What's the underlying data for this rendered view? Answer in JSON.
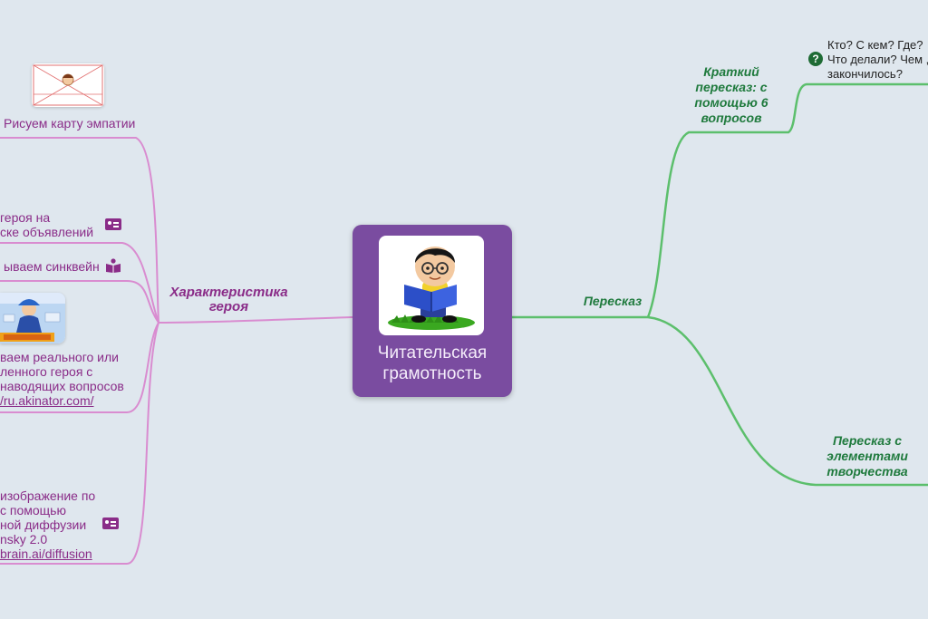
{
  "central": {
    "title_line1": "Читательская",
    "title_line2": "грамотность",
    "picture_icon": "boy-reading-book-icon"
  },
  "colors": {
    "background": "#dfe7ee",
    "central_node": "#7a4ca0",
    "left_branch": "#d98cd0",
    "left_text": "#8a2c88",
    "right_branch": "#5cbf6c",
    "right_text": "#1f7a3d"
  },
  "left_branch": {
    "label_line1": "Характеристика",
    "label_line2": "героя",
    "leaves": [
      {
        "lines": [
          "Рисуем карту эмпатии"
        ]
      },
      {
        "lines": [
          "героя на",
          "ске объявлений"
        ],
        "icon": "id-card-icon"
      },
      {
        "lines": [
          "ываем синквейн"
        ],
        "icon": "book-icon"
      },
      {
        "lines": [
          "ваем реального или",
          "ленного героя с",
          "наводящих вопросов",
          "/ru.akinator.com/"
        ]
      },
      {
        "lines": [
          "изображение по",
          "с помощью",
          "ной диффузии",
          "nsky 2.0",
          "brain.ai/diffusion"
        ],
        "icon": "id-card-icon"
      }
    ]
  },
  "right_branch": {
    "label": "Пересказ",
    "sub1": {
      "lines": [
        "Краткий",
        "пересказ: с",
        "помощью 6",
        "вопросов"
      ],
      "leaf_lines": [
        "Кто? С кем? Где?",
        "Что делали? Чем ,",
        "закончилось?"
      ],
      "icon": "question-icon"
    },
    "sub2": {
      "lines": [
        "Пересказ с",
        "элементами",
        "творчества"
      ]
    }
  }
}
